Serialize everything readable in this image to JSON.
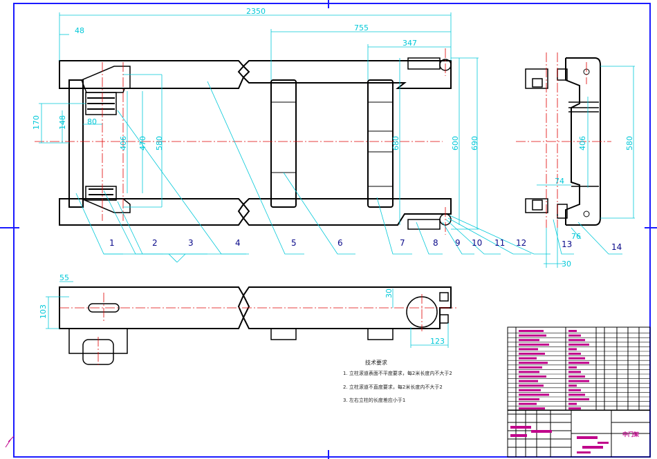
{
  "drawing": {
    "title_block": {
      "name": "中门架"
    },
    "tech_requirements": {
      "heading": "技术要求",
      "items": [
        "1. 立柱滚道表面不平度要求，每2米长度内不大于2",
        "2. 立柱滚道不直度要求，每2米长度内不大于2",
        "3. 左右立柱的长度差应小于1"
      ]
    },
    "dimensions": {
      "overall_length": "2350",
      "offset_48": "48",
      "length_755": "755",
      "length_347": "347",
      "height_170": "170",
      "height_148": "148",
      "width_80": "80",
      "width_406": "406",
      "width_470": "470",
      "width_580": "580",
      "width_600": "600",
      "height_690": "690",
      "width_680": "680",
      "side_406": "406",
      "side_580": "580",
      "side_74": "74",
      "side_76": "76",
      "side_30": "30",
      "bottom_55": "55",
      "bottom_103": "103",
      "bottom_30": "30",
      "bottom_123": "123"
    },
    "part_numbers": [
      "1",
      "2",
      "3",
      "4",
      "5",
      "6",
      "7",
      "8",
      "9",
      "10",
      "11",
      "12",
      "13",
      "14"
    ]
  },
  "colors": {
    "outline": "#000000",
    "dimension": "#00c8d8",
    "center_line": "#e00000",
    "frame": "#1a1aff",
    "title_accent": "#c0008a"
  }
}
